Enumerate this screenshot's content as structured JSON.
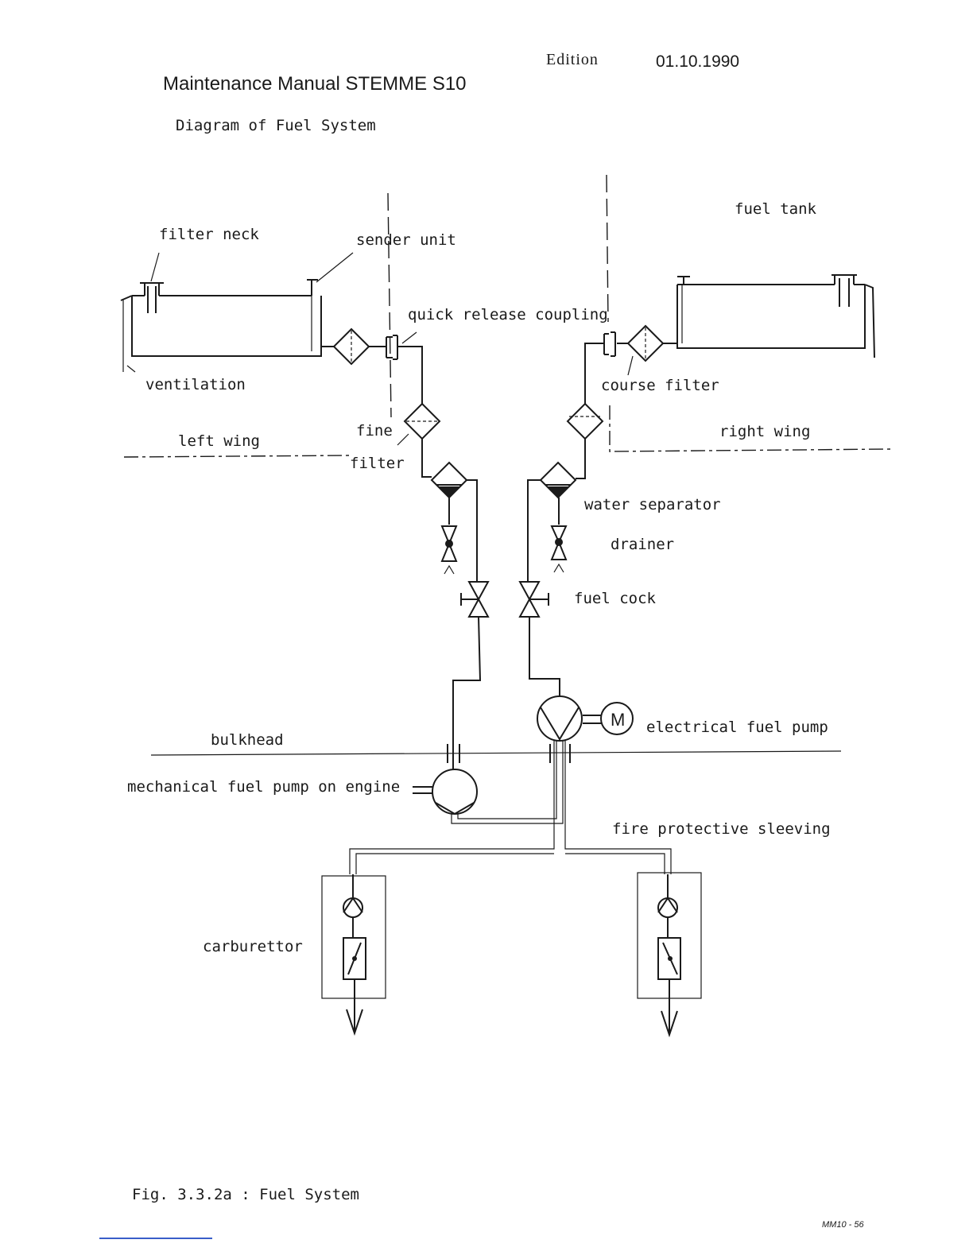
{
  "header": {
    "edition_label": "Edition",
    "edition_date": "01.10.1990",
    "manual_title": "Maintenance Manual STEMME S10",
    "diagram_title": "Diagram of Fuel System"
  },
  "labels": {
    "fuel_tank": "fuel tank",
    "filter_neck": "filter neck",
    "sender_unit": "sender unit",
    "quick_release_coupling": "quick release coupling",
    "ventilation": "ventilation",
    "course_filter": "course filter",
    "left_wing": "left wing",
    "fine": "fine",
    "filter": "filter",
    "right_wing": "right wing",
    "water_separator": "water separator",
    "drainer": "drainer",
    "fuel_cock": "fuel cock",
    "motor_symbol": "M",
    "electrical_fuel_pump": "electrical fuel pump",
    "bulkhead": "bulkhead",
    "mechanical_fuel_pump": "mechanical fuel pump on engine",
    "fire_protective_sleeving": "fire protective sleeving",
    "carburettor": "carburettor"
  },
  "footer": {
    "caption": "Fig. 3.3.2a : Fuel System",
    "page_code": "MM10 - 56"
  }
}
